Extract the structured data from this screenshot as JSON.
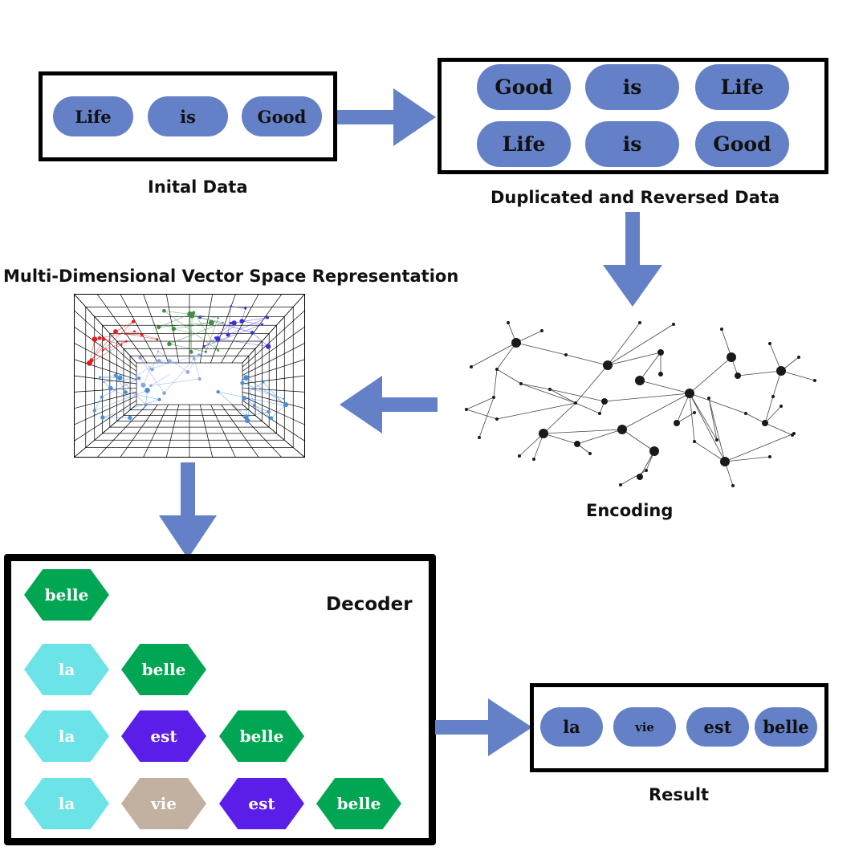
{
  "initial": {
    "words": [
      "Life",
      "is",
      "Good"
    ],
    "caption": "Inital Data"
  },
  "duplicated": {
    "row1": [
      "Good",
      "is",
      "Life"
    ],
    "row2": [
      "Life",
      "is",
      "Good"
    ],
    "caption": "Duplicated and Reversed Data"
  },
  "encoding": {
    "caption": "Encoding"
  },
  "vector_space": {
    "caption": "Multi-Dimensional Vector Space Representation"
  },
  "decoder": {
    "title": "Decoder",
    "rows": [
      [
        {
          "text": "belle",
          "kind": "green"
        }
      ],
      [
        {
          "text": "la",
          "kind": "cyan"
        },
        {
          "text": "belle",
          "kind": "green"
        }
      ],
      [
        {
          "text": "la",
          "kind": "cyan"
        },
        {
          "text": "est",
          "kind": "purple"
        },
        {
          "text": "belle",
          "kind": "green"
        }
      ],
      [
        {
          "text": "la",
          "kind": "cyan"
        },
        {
          "text": "vie",
          "kind": "tan"
        },
        {
          "text": "est",
          "kind": "purple"
        },
        {
          "text": "belle",
          "kind": "green"
        }
      ]
    ]
  },
  "result": {
    "words": [
      "la",
      "vie",
      "est",
      "belle"
    ],
    "caption": "Result"
  },
  "colors": {
    "pill": "#6480c6",
    "arrow": "#6480c6",
    "green": "#00a651",
    "cyan": "#6ce3e6",
    "purple": "#5b1ee8",
    "tan": "#c2b0a0"
  }
}
